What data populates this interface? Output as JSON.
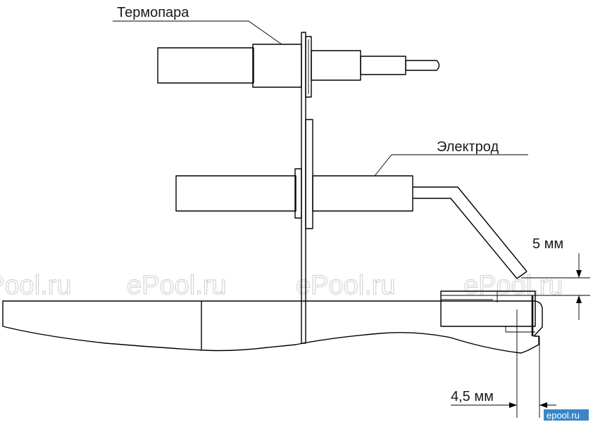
{
  "labels": {
    "thermocouple": "Термопара",
    "electrode": "Электрод",
    "gap_vertical": "5 мм",
    "gap_horizontal": "4,5 мм"
  },
  "watermarks": [
    "ePool.ru",
    "ePool.ru",
    "ePool.ru",
    "ePool.ru"
  ],
  "corner_mark": "epool.ru",
  "colors": {
    "line": "#000000",
    "background": "#ffffff",
    "watermark_outline": "#c8c8c8",
    "corner_mark_bg": "#3a86c8"
  }
}
